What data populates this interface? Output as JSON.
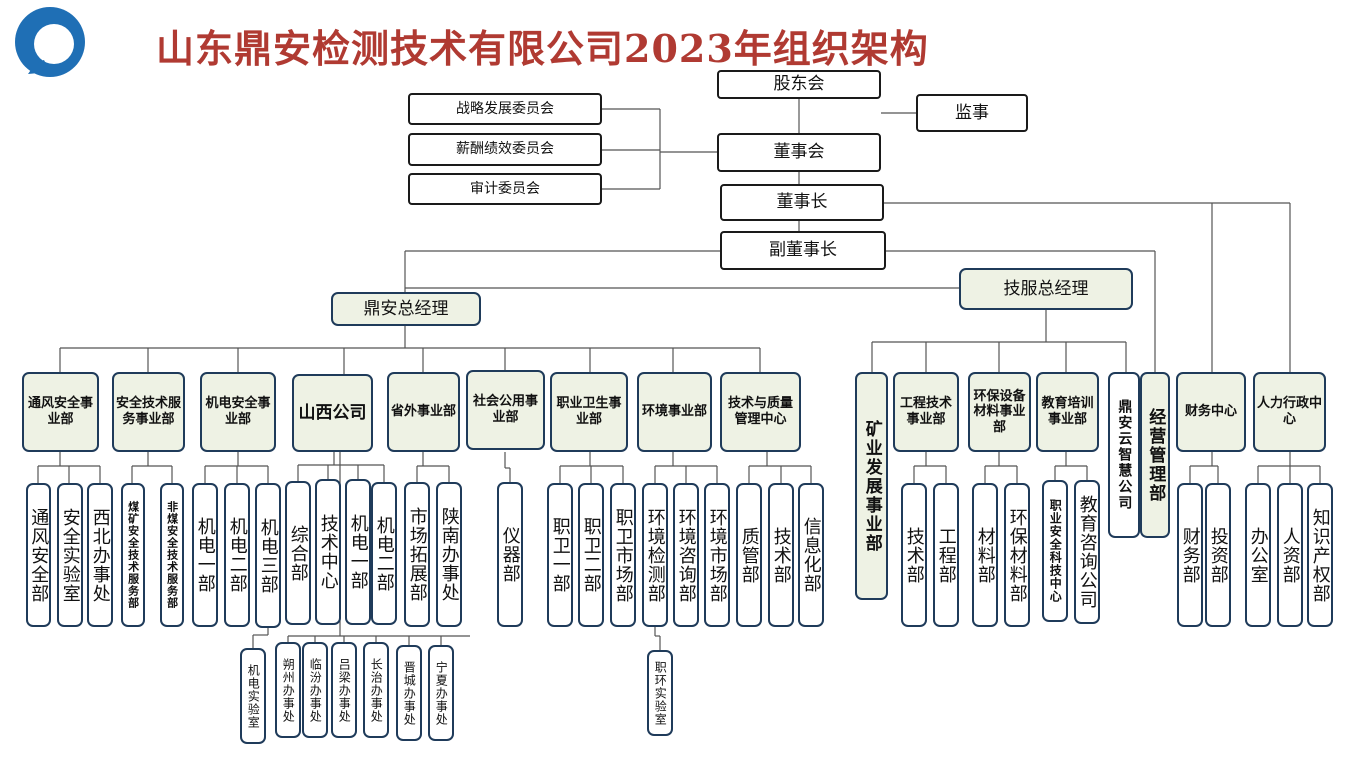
{
  "title": "山东鼎安检测技术有限公司2023年组织架构",
  "colors": {
    "title": "#b03a32",
    "border": "#1f3b5a",
    "fill": "#eef2e4",
    "logo": "#1f6fb5",
    "line": "#555555"
  },
  "logo": "company-logo-icon",
  "top": {
    "shareholders": "股东会",
    "supervisor": "监事",
    "board": "董事会",
    "chairman": "董事长",
    "vice_chairman": "副董事长",
    "committees": [
      "战略发展委员会",
      "薪酬绩效委员会",
      "审计委员会"
    ]
  },
  "gms": {
    "dingan": "鼎安总经理",
    "jifu": "技服总经理"
  },
  "divisions": [
    {
      "label": "通风安全事业部",
      "subs": [
        "通风安全部",
        "安全实验室",
        "西北办事处"
      ]
    },
    {
      "label": "安全技术服务事业部",
      "subs": [
        "煤矿安全技术服务部",
        "非煤安全技术服务部"
      ]
    },
    {
      "label": "机电安全事业部",
      "subs": [
        "机电一部",
        "机电二部",
        "机电三部"
      ],
      "sub3": [
        "机电实验室"
      ]
    },
    {
      "label": "山西公司",
      "subs": [
        "综合部",
        "技术中心",
        "机电一部",
        "机电二部"
      ],
      "offices": [
        "朔州办事处",
        "临汾办事处",
        "吕梁办事处",
        "长治办事处",
        "晋城办事处"
      ]
    },
    {
      "label": "省外事业部",
      "subs": [
        "市场拓展部",
        "陕南办事处"
      ],
      "offices": [
        "宁夏办事处"
      ]
    },
    {
      "label": "社会公用事业部",
      "subs": [
        "仪器部"
      ]
    },
    {
      "label": "职业卫生事业部",
      "subs": [
        "职卫一部",
        "职卫二部",
        "职卫市场部"
      ]
    },
    {
      "label": "环境事业部",
      "subs": [
        "环境检测部",
        "环境咨询部",
        "环境市场部"
      ],
      "sub3": [
        "职环实验室"
      ]
    },
    {
      "label": "技术与质量管理中心",
      "subs": [
        "质管部",
        "技术部",
        "信息化部"
      ]
    }
  ],
  "right": {
    "mining": "矿业发展事业部",
    "divisions": [
      {
        "label": "工程技术事业部",
        "subs": [
          "技术部",
          "工程部"
        ]
      },
      {
        "label": "环保设备材料事业部",
        "subs": [
          "材料部",
          "环保材料部"
        ]
      },
      {
        "label": "教育培训事业部",
        "subs": [
          "职业安全科技中心",
          "教育咨询公司"
        ]
      }
    ],
    "cloud": "鼎安云智慧公司",
    "operations": "经营管理部",
    "finance": {
      "label": "财务中心",
      "subs": [
        "财务部",
        "投资部"
      ]
    },
    "hr": {
      "label": "人力行政中心",
      "subs": [
        "办公室",
        "人资部",
        "知识产权部"
      ]
    }
  }
}
